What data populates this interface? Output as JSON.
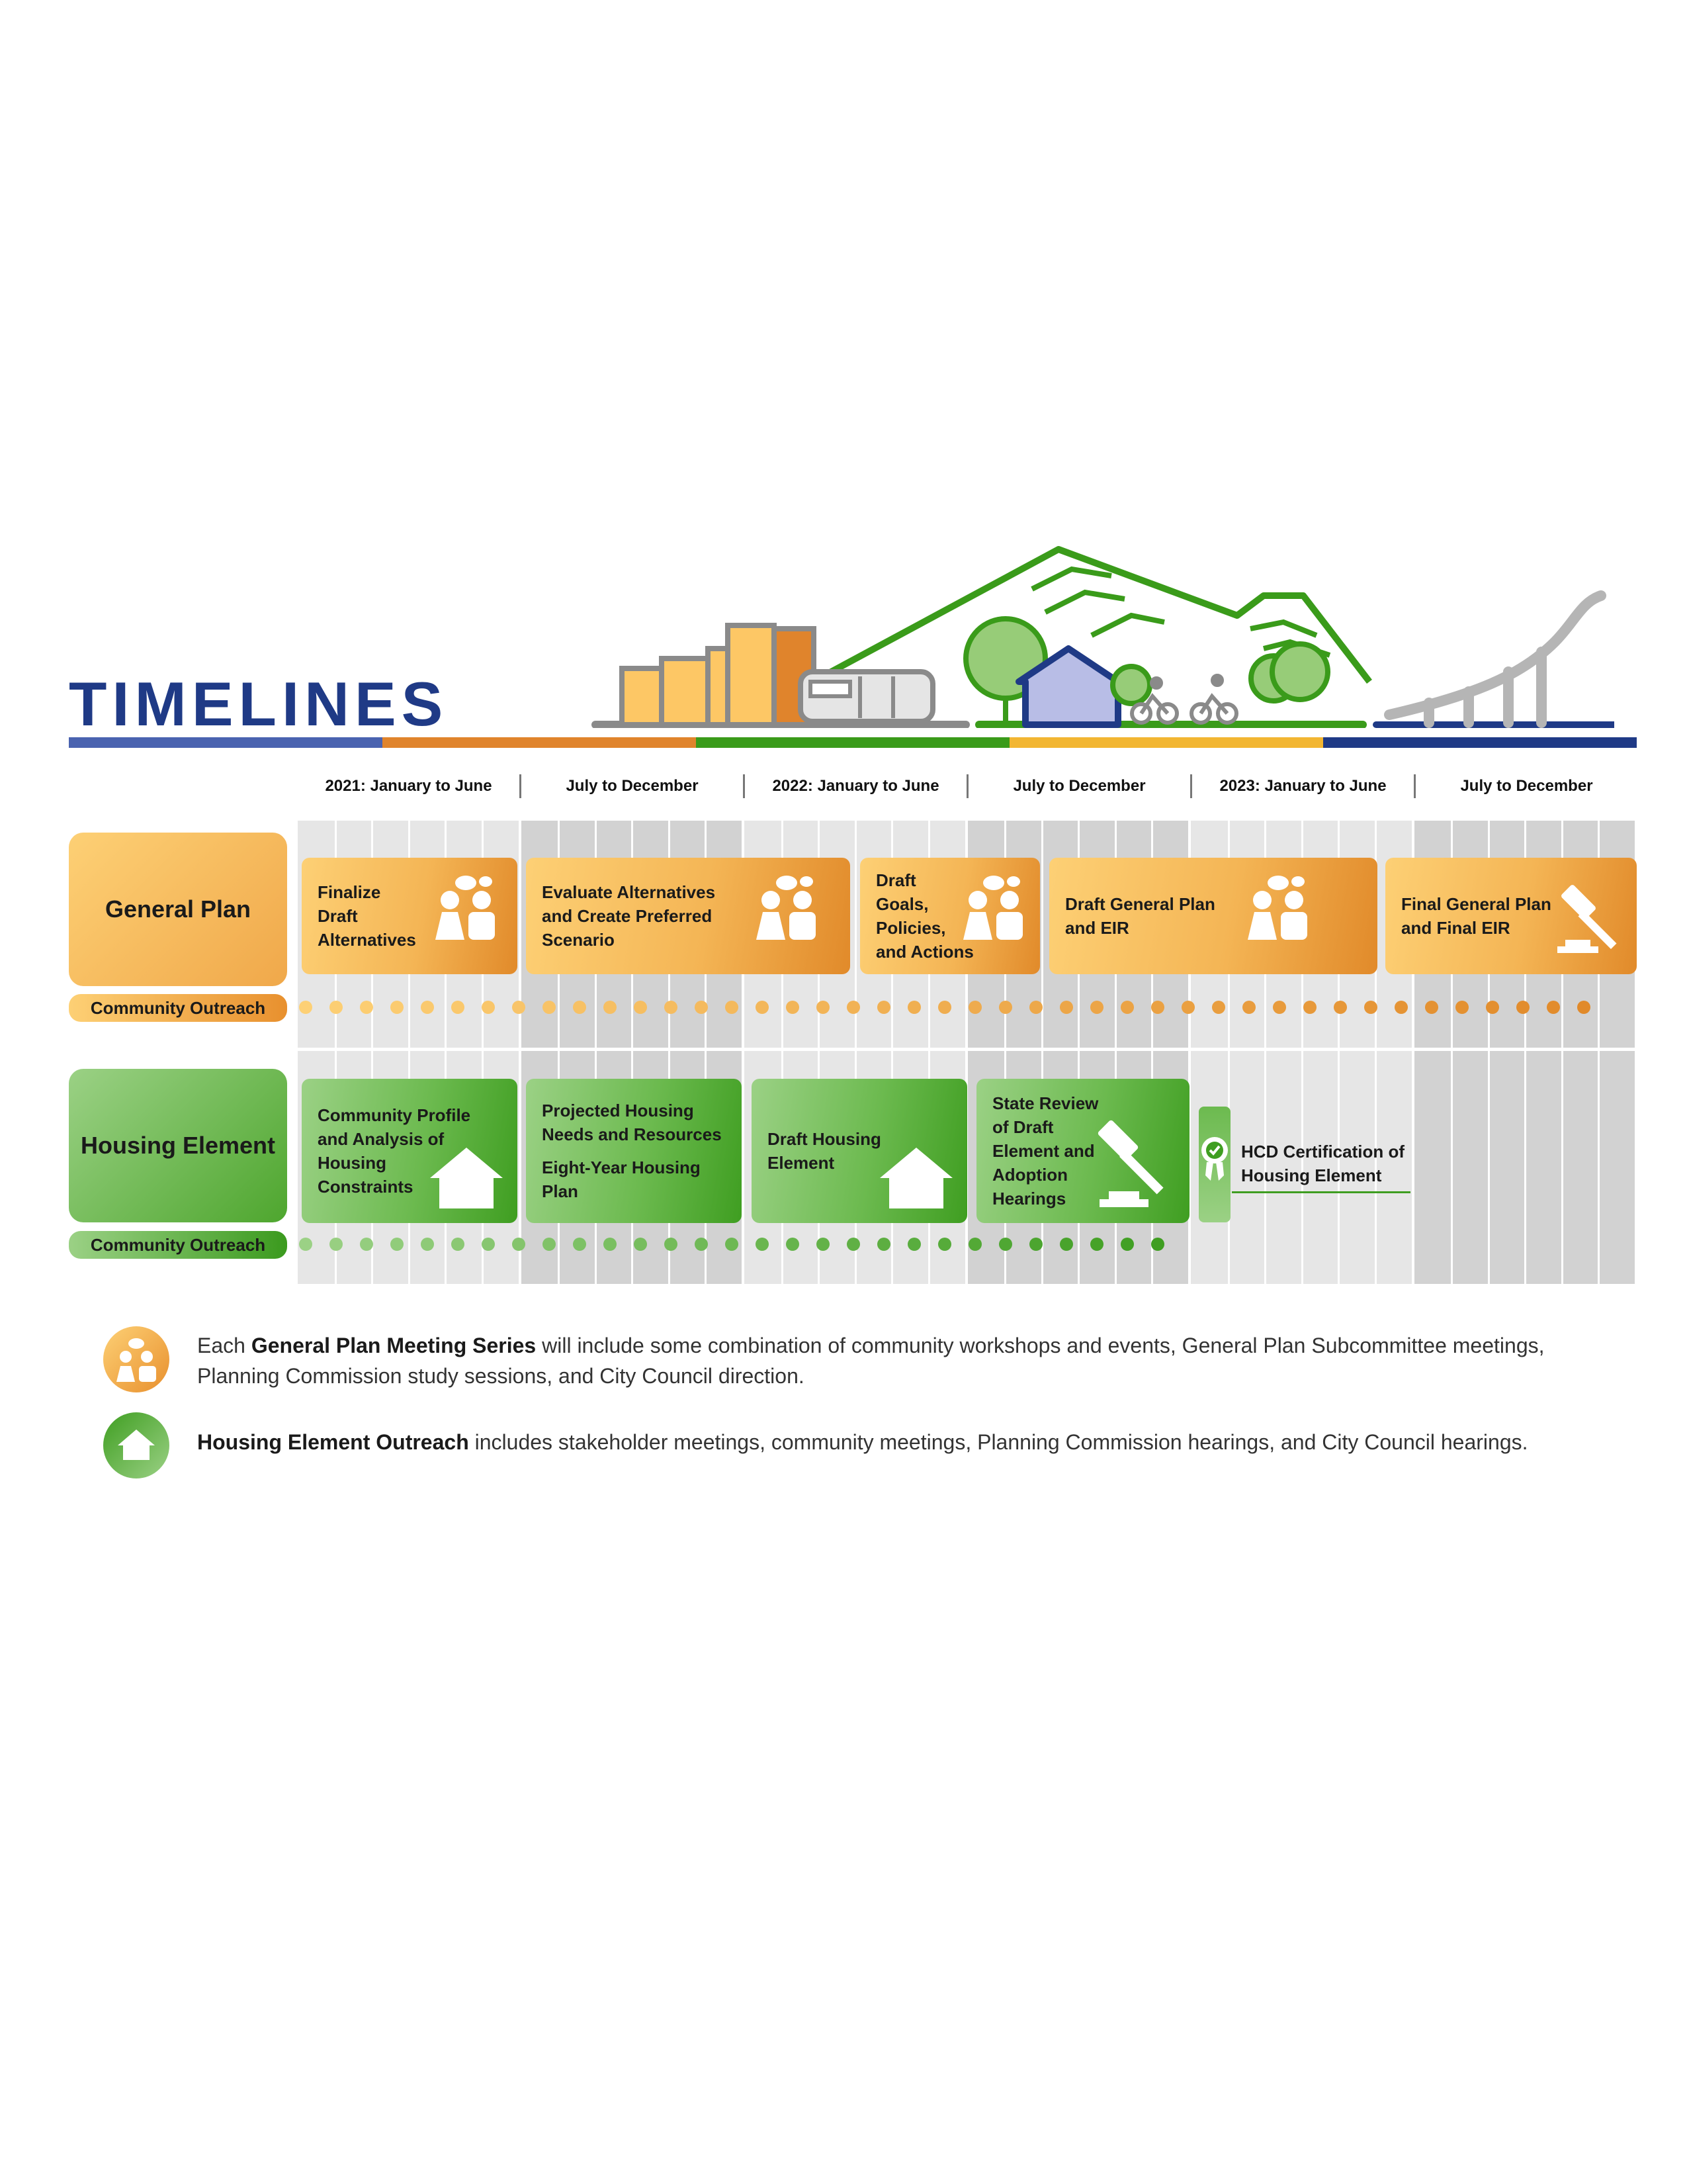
{
  "title": "TIMELINES",
  "colors": {
    "navy": "#1f3a86",
    "blue_bar": "#4a63b0",
    "orange_bar": "#e0842c",
    "green_bar": "#3a9b1a",
    "gold_bar": "#f2b632",
    "orange_light": "#fdd075",
    "orange_dark": "#e18a2a",
    "green_light": "#9bd185",
    "green_dark": "#3f9e21",
    "grid_light": "#e6e6e6",
    "grid_dark": "#d2d2d2"
  },
  "periods": [
    "2021: January to June",
    "July to December",
    "2022: January to June",
    "July to December",
    "2023: January to June",
    "July to December"
  ],
  "rows": {
    "general_plan": {
      "label": "General Plan",
      "outreach_label": "Community Outreach",
      "tasks": [
        {
          "lines": [
            "Finalize",
            "Draft",
            "Alternatives"
          ],
          "icon": "people-icon"
        },
        {
          "lines": [
            "Evaluate Alternatives",
            "and Create Preferred",
            "Scenario"
          ],
          "icon": "people-icon"
        },
        {
          "lines": [
            "Draft",
            "Goals,",
            "Policies,",
            "and Actions"
          ],
          "icon": "people-icon"
        },
        {
          "lines": [
            "Draft General Plan",
            "and EIR"
          ],
          "icon": "people-icon"
        },
        {
          "lines": [
            "Final General Plan",
            "and Final EIR"
          ],
          "icon": "gavel-icon"
        }
      ]
    },
    "housing_element": {
      "label": "Housing Element",
      "outreach_label": "Community Outreach",
      "tasks": [
        {
          "lines": [
            "Community Profile",
            "and Analysis of",
            "Housing",
            "Constraints"
          ],
          "icon": "house-icon"
        },
        {
          "lines": [
            "Projected Housing",
            "Needs and Resources",
            "",
            "Eight-Year Housing",
            "Plan"
          ],
          "icon": "none"
        },
        {
          "lines": [
            "Draft Housing",
            "Element"
          ],
          "icon": "house-icon"
        },
        {
          "lines": [
            "State Review",
            "of Draft",
            "Element and",
            "Adoption",
            "Hearings"
          ],
          "icon": "gavel-icon"
        }
      ],
      "certification": {
        "lines": [
          "HCD Certification of",
          "Housing Element"
        ],
        "icon": "certificate-icon"
      }
    }
  },
  "legend": [
    {
      "icon": "people-icon",
      "lead": "Each ",
      "bold": "General Plan Meeting Series",
      "rest": " will include some combination of community workshops and events, General Plan Subcommittee meetings,",
      "line2": "Planning Commission study sessions, and City Council direction."
    },
    {
      "icon": "house-icon",
      "lead": "",
      "bold": "Housing Element Outreach",
      "rest": " includes stakeholder meetings, community meetings, Planning Commission hearings, and City Council hearings.",
      "line2": ""
    }
  ]
}
